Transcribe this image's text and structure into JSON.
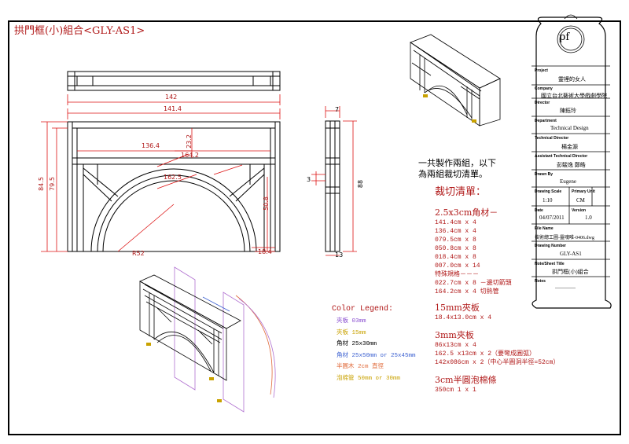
{
  "title": "拱門框(小)組合<GLY-AS1>",
  "front_view": {
    "dims": [
      "142",
      "141.4",
      "136.4",
      "23.2",
      "164.2",
      "162.5",
      "84.5",
      "79.5",
      "50.8",
      "R52",
      "18.4"
    ]
  },
  "side_view": {
    "dims": [
      "7",
      "3",
      "88",
      "13"
    ]
  },
  "note": "一共製作兩組，以下\n為兩組裁切清單。",
  "cut_list": {
    "heading": "裁切清單：",
    "sections": [
      {
        "title": "2.5x3cm角材－",
        "items": [
          "141.4cm  x 4",
          "136.4cm  x 4",
          "079.5cm  x 8",
          "050.8cm  x 8",
          "018.4cm  x 8",
          "007.0cm  x 14",
          "特殊規格－－－",
          "022.7cm  x 8 －邊切箭頭",
          "164.2cm  x 4 切熱管"
        ]
      },
      {
        "title": "15mm夾板",
        "items": [
          "18.4x13.0cm  x 4"
        ]
      },
      {
        "title": "3mm夾板",
        "items": [
          "86x13cm        x 4",
          "162.5 x13cm    x 2（要彎成圓弧）",
          "142x086cm      x 2（中心半圓洞半徑=52cm）"
        ]
      },
      {
        "title": "3cm半圓泡棉條",
        "items": [
          "350cm  1 x 1"
        ]
      }
    ]
  },
  "legend": {
    "title": "Color Legend:",
    "items": [
      {
        "label": "夾板 03mm",
        "color": "#8a4fd0"
      },
      {
        "label": "夾板 15mm",
        "color": "#c9a200"
      },
      {
        "label": "角材 25x30mm",
        "color": "#000000"
      },
      {
        "label": "角材 25x50mm or 25x45mm",
        "color": "#3a5fd0"
      },
      {
        "label": "半圓木 2cm 直徑",
        "color": "#e06a3a"
      },
      {
        "label": "泡棉管 50mm or 30mm",
        "color": "#c9a200"
      }
    ]
  },
  "title_block": {
    "logo": "pf",
    "fields": [
      {
        "label": "Project",
        "value": "靈裡的女人"
      },
      {
        "label": "Company",
        "value": "國立台北藝術大學戲劇學院"
      },
      {
        "label": "Director",
        "value": "陳鈺玲"
      },
      {
        "label": "Department",
        "value": "Technical Design"
      },
      {
        "label": "Technical Director",
        "value": "楊金源"
      },
      {
        "label": "Assistant Technical Director",
        "value": "彭駿逸  鄭皓"
      },
      {
        "label": "Drawn By",
        "value": "Eugene"
      }
    ],
    "scale_label": "Drawing Scale",
    "scale_value": "1:10",
    "unit_label": "Primary Unit",
    "unit_value": "CM",
    "date_label": "Date",
    "date_value": "04/07/2011",
    "version_label": "Version",
    "version_value": "1.0",
    "file_label": "File Name",
    "file_value": "技術總工圖-靈魂唯-0406.dwg",
    "number_label": "Drawing Number",
    "number_value": "GLY-AS1",
    "sheet_label": "Note/Sheet Title",
    "sheet_value": "拱門框(小)組合",
    "notes_label": "Notes",
    "notes_value": "-------------"
  }
}
